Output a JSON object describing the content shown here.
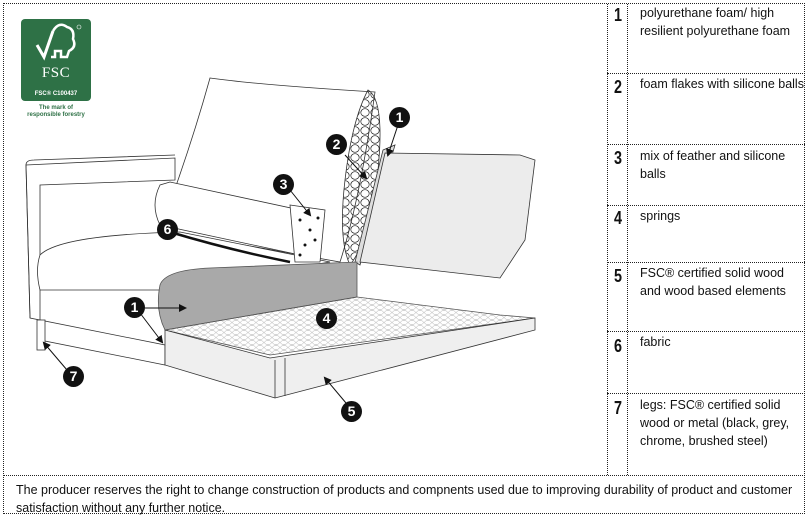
{
  "logo": {
    "name": "FSC",
    "code": "FSC® C100437",
    "tagline_line1": "The mark of",
    "tagline_line2": "responsible forestry",
    "color": "#2e7146"
  },
  "callouts": [
    "1",
    "2",
    "3",
    "4",
    "5",
    "6",
    "7",
    "1"
  ],
  "legend": [
    {
      "number": "1",
      "description": "polyurethane foam/ high resilient polyurethane foam"
    },
    {
      "number": "2",
      "description": "foam flakes with silicone balls"
    },
    {
      "number": "3",
      "description": "mix of feather and silicone balls"
    },
    {
      "number": "4",
      "description": "springs"
    },
    {
      "number": "5",
      "description": "FSC® certified solid wood and wood based elements"
    },
    {
      "number": "6",
      "description": "fabric"
    },
    {
      "number": "7",
      "description": "legs:  FSC® certified solid wood or metal (black, grey, chrome, brushed steel)"
    }
  ],
  "footer_note": "The producer reserves the right to change construction of products and compnents used due to improving durability of product and customer satisfaction without any further notice."
}
